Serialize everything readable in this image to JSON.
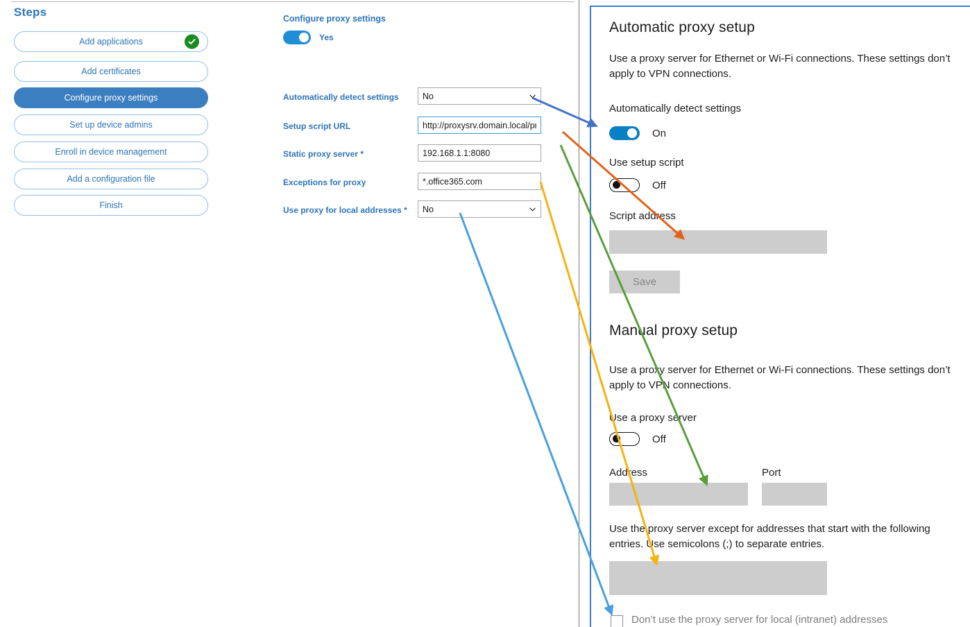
{
  "steps_panel": {
    "title": "Steps",
    "items": [
      {
        "label": "Add applications",
        "state": "complete"
      },
      {
        "label": "Add certificates",
        "state": "default"
      },
      {
        "label": "Configure proxy settings",
        "state": "active"
      },
      {
        "label": "Set up device admins",
        "state": "default"
      },
      {
        "label": "Enroll in device management",
        "state": "default"
      },
      {
        "label": "Add a configuration file",
        "state": "default"
      },
      {
        "label": "Finish",
        "state": "default"
      }
    ],
    "complete_icon": "check-circle-icon",
    "active_color": "#3c7fc0",
    "link_color": "#2e75b6",
    "complete_color": "#1a8a22"
  },
  "form_panel": {
    "heading": "Configure proxy settings",
    "enable_toggle": {
      "state": "on",
      "label": "Yes"
    },
    "fields": [
      {
        "label": "Automatically detect settings",
        "required": false,
        "type": "select",
        "value": "No",
        "focused": false
      },
      {
        "label": "Setup script URL",
        "required": false,
        "type": "text",
        "value": "http://proxysrv.domain.local/proxy.pa",
        "focused": true
      },
      {
        "label": "Static proxy server",
        "required": true,
        "type": "text",
        "value": "192.168.1.1:8080",
        "focused": false
      },
      {
        "label": "Exceptions for proxy",
        "required": false,
        "type": "text",
        "value": "*.office365.com",
        "focused": false
      },
      {
        "label": "Use proxy for local addresses",
        "required": true,
        "type": "select",
        "value": "No",
        "focused": false
      }
    ]
  },
  "windows_settings": {
    "automatic": {
      "heading": "Automatic proxy setup",
      "description": "Use a proxy server for Ethernet or Wi-Fi connections. These settings don’t apply to VPN connections.",
      "detect_label": "Automatically detect settings",
      "detect_state": "On",
      "script_label": "Use setup script",
      "script_state": "Off",
      "script_address_label": "Script address",
      "script_address_value": "",
      "save_label": "Save"
    },
    "manual": {
      "heading": "Manual proxy setup",
      "description": "Use a proxy server for Ethernet or Wi-Fi connections. These settings don’t apply to VPN connections.",
      "use_proxy_label": "Use a proxy server",
      "use_proxy_state": "Off",
      "address_label": "Address",
      "address_value": "",
      "port_label": "Port",
      "port_value": "",
      "exceptions_description": "Use the proxy server except for addresses that start with the following entries. Use semicolons (;) to separate entries.",
      "exceptions_value": "",
      "bypass_local_label": "Don’t use the proxy server for local (intranet) addresses",
      "bypass_local_checked": false
    },
    "accent_color": "#0a80c4",
    "frame_color": "#3a7ed0"
  },
  "annotations": {
    "arrows": [
      {
        "name": "detect-settings-mapping",
        "color": "#4472c4",
        "from_field": "Automatically detect settings",
        "to_control": "Automatically detect settings toggle"
      },
      {
        "name": "setup-script-url-mapping",
        "color": "#e2621b",
        "from_field": "Setup script URL",
        "to_control": "Script address box"
      },
      {
        "name": "static-proxy-server-mapping",
        "color": "#5a9e3a",
        "from_field": "Static proxy server",
        "to_control": "Address box"
      },
      {
        "name": "exceptions-mapping",
        "color": "#f5b211",
        "from_field": "Exceptions for proxy",
        "to_control": "Exceptions box"
      },
      {
        "name": "local-addresses-mapping",
        "color": "#4a9ede",
        "from_field": "Use proxy for local addresses",
        "to_control": "Don’t use the proxy server for local (intranet) addresses checkbox"
      }
    ]
  }
}
